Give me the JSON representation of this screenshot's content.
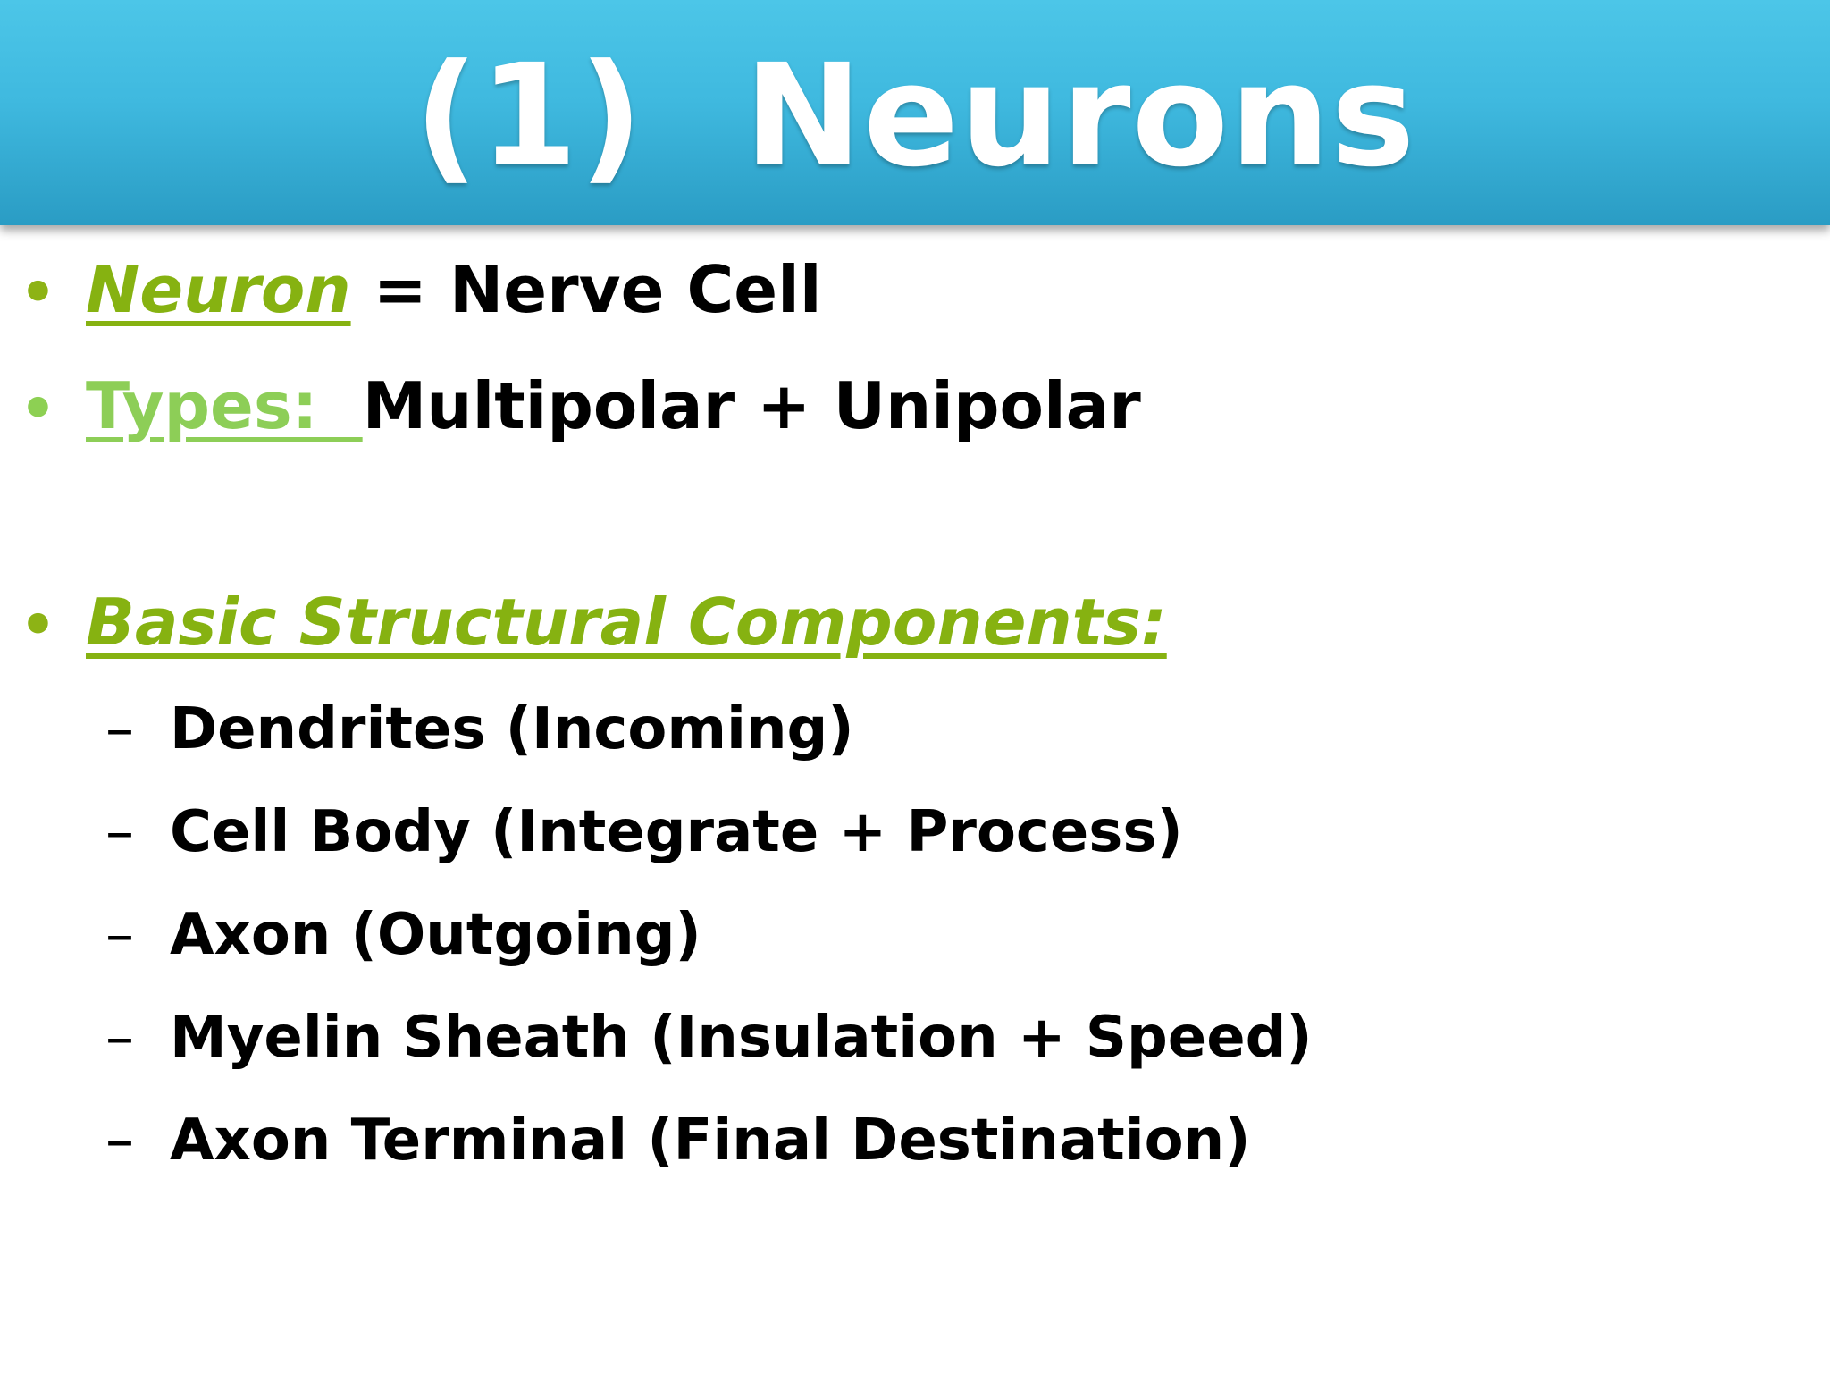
{
  "title": "(1)  Neurons",
  "bullets": [
    {
      "term": "Neuron",
      "rest": " = Nerve Cell"
    },
    {
      "term": "Types:  ",
      "rest": "Multipolar + Unipolar"
    },
    {
      "term": "Basic Structural Components:",
      "rest": ""
    }
  ],
  "bullet_glyph": "•",
  "dash_glyph": "–",
  "components": [
    "Dendrites (Incoming)",
    "Cell Body (Integrate + Process)",
    "Axon (Outgoing)",
    "Myelin Sheath (Insulation + Speed)",
    "Axon Terminal (Final Destination)"
  ],
  "colors": {
    "title_bar": "#3fb9df",
    "term_lime": "#86b211",
    "term_green": "#8dce57",
    "text": "#000000"
  }
}
